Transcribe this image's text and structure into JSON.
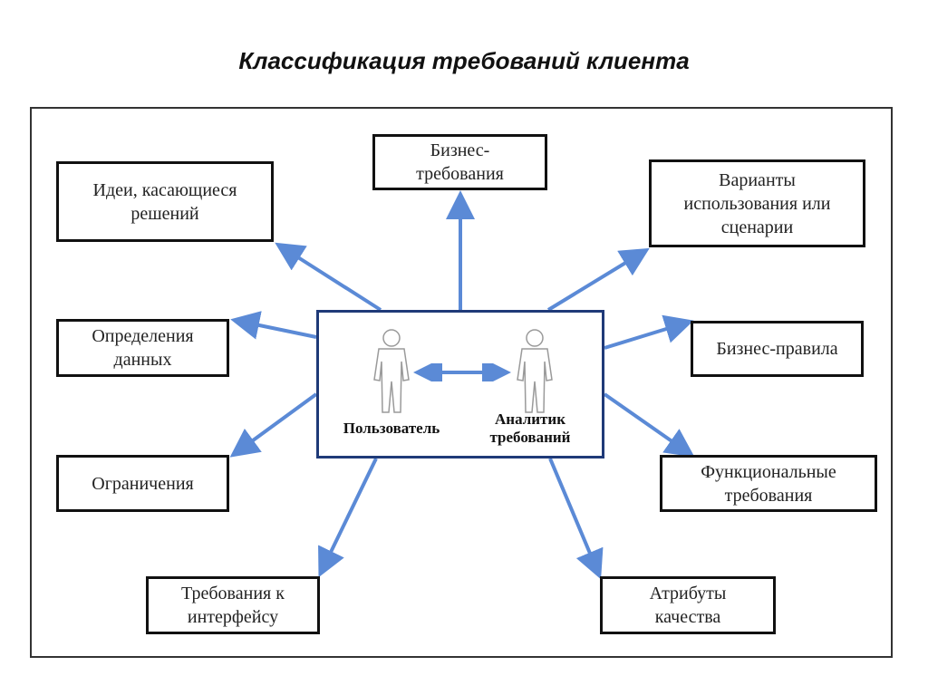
{
  "title": "Классификация требований клиента",
  "center": {
    "user_label": "Пользователь",
    "analyst_label": "Аналитик\nтребований"
  },
  "boxes": {
    "business_requirements": "Бизнес-\nтребования",
    "solution_ideas": "Идеи, касающиеся\nрешений",
    "use_cases": "Варианты\nиспользования или\nсценарии",
    "data_definitions": "Определения\nданных",
    "business_rules": "Бизнес-правила",
    "constraints": "Ограничения",
    "functional_requirements": "Функциональные\nтребования",
    "interface_requirements": "Требования к\nинтерфейсу",
    "quality_attributes": "Атрибуты\nкачества"
  },
  "colors": {
    "arrow": "#5b8ad6",
    "center_border": "#1f3a78"
  }
}
